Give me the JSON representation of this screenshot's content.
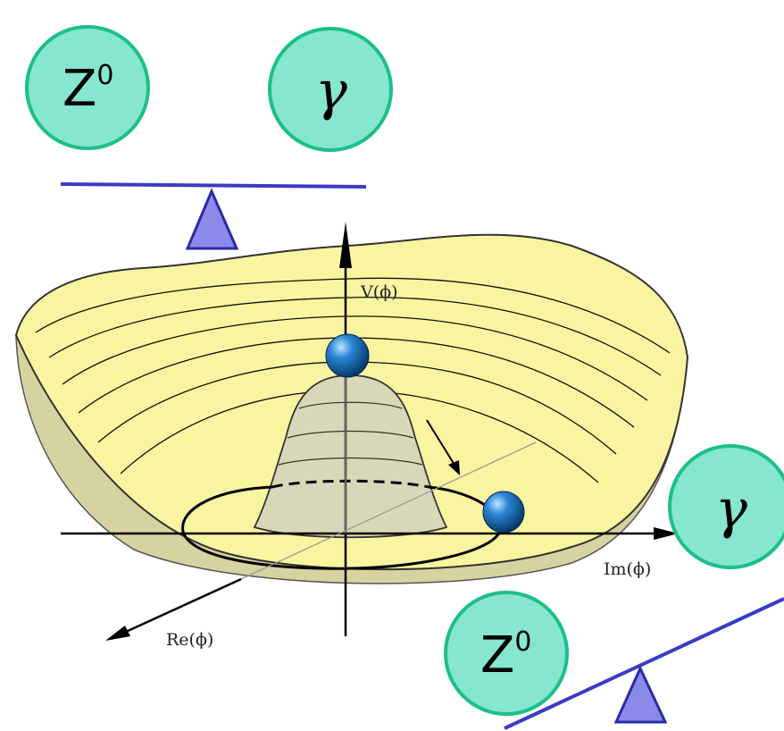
{
  "particles": {
    "z_upper": {
      "base": "Z",
      "sup": "0"
    },
    "gamma_upper": {
      "label": "γ"
    },
    "gamma_right": {
      "label": "γ"
    },
    "z_lower": {
      "base": "Z",
      "sup": "0"
    }
  },
  "axes": {
    "vertical_label": "V(ϕ)",
    "im_label": "Im(ϕ)",
    "re_label": "Re(ϕ)"
  },
  "colors": {
    "circle_fill": "#86e6cf",
    "circle_stroke": "#1cbf88",
    "bowl_fill": "#f8f4a0",
    "bowl_side": "#d7d3a0",
    "hill_fill": "#d8d8b8",
    "ball": "#0d5fa8",
    "balance": "#3b3bc8",
    "pivot": "#8a8ae8"
  }
}
